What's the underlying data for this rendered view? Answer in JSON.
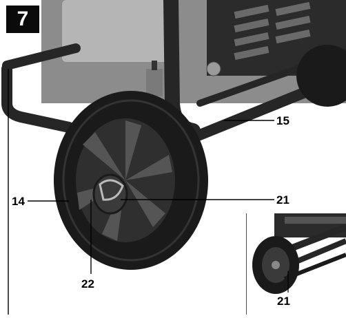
{
  "figure": {
    "number": "7"
  },
  "callouts": {
    "c15": "15",
    "c14": "14",
    "c21_main": "21",
    "c22": "22",
    "c21_inset": "21"
  },
  "colors": {
    "tire": "#1a1a1a",
    "frame": "#262626",
    "hub": "#3a3a3a",
    "background": "#ffffff"
  }
}
